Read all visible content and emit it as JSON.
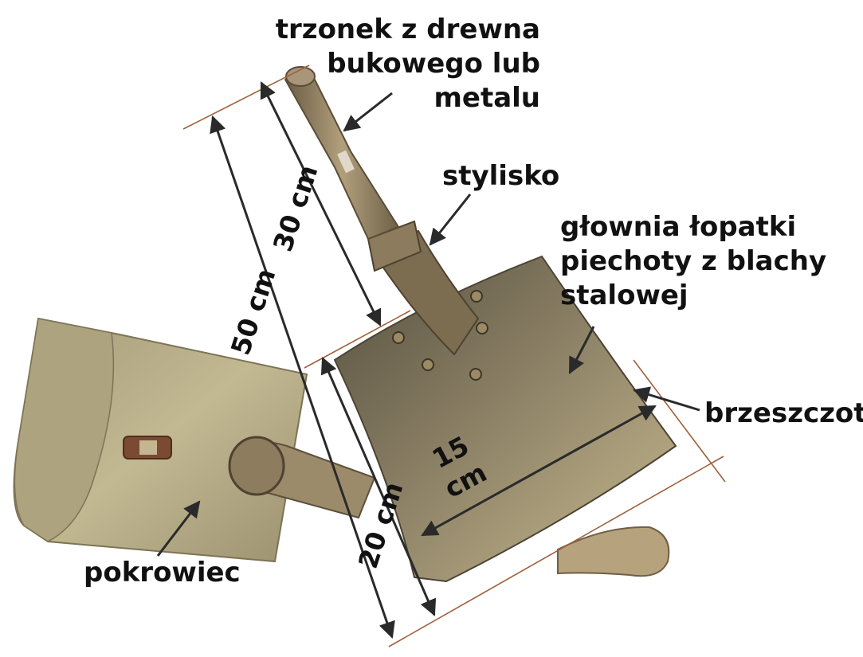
{
  "labels": {
    "handle_material": [
      "trzonek z drewna",
      "bukowego lub",
      "metalu"
    ],
    "shaft": "stylisko",
    "blade": [
      "głownia łopatki",
      "piechoty z blachy",
      "stalowej"
    ],
    "edge": "brzeszczot",
    "cover": "pokrowiec"
  },
  "dimensions": {
    "total_length": "50 cm",
    "handle_length": "30 cm",
    "blade_length": "20 cm",
    "blade_width_value": "15",
    "blade_width_unit": "cm"
  },
  "colors": {
    "text": "#111111",
    "arrow": "#2a2a2a",
    "guide_line": "#a0603a",
    "steel_blade": "#8a7f68",
    "wood_handle": "#a08e6c",
    "canvas_cover": "#b7ad88"
  }
}
